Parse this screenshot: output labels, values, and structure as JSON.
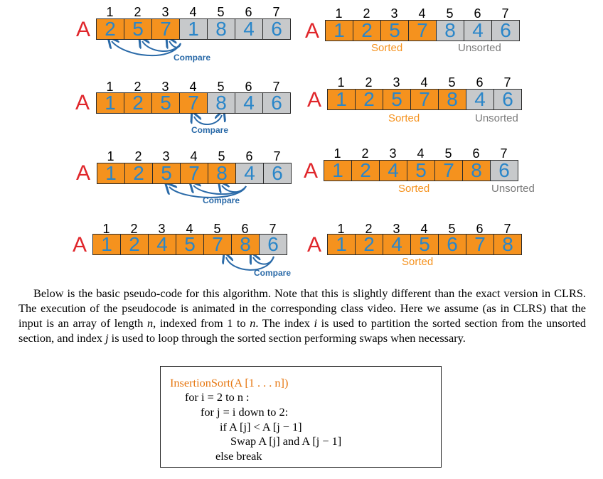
{
  "figure": {
    "array_letter": "A",
    "index_labels": [
      "1",
      "2",
      "3",
      "4",
      "5",
      "6",
      "7"
    ],
    "compare_label": "Compare",
    "sorted_label": "Sorted",
    "unsorted_label": "Unsorted",
    "rows": [
      {
        "left": {
          "values": [
            "2",
            "5",
            "7",
            "1",
            "8",
            "4",
            "6"
          ],
          "sorted_count": 3
        },
        "right": {
          "values": [
            "1",
            "2",
            "5",
            "7",
            "8",
            "4",
            "6"
          ],
          "sorted_count": 4,
          "show_unsorted": true
        }
      },
      {
        "left": {
          "values": [
            "1",
            "2",
            "5",
            "7",
            "8",
            "4",
            "6"
          ],
          "sorted_count": 4
        },
        "right": {
          "values": [
            "1",
            "2",
            "5",
            "7",
            "8",
            "4",
            "6"
          ],
          "sorted_count": 5,
          "show_unsorted": true
        }
      },
      {
        "left": {
          "values": [
            "1",
            "2",
            "5",
            "7",
            "8",
            "4",
            "6"
          ],
          "sorted_count": 5
        },
        "right": {
          "values": [
            "1",
            "2",
            "4",
            "5",
            "7",
            "8",
            "6"
          ],
          "sorted_count": 6,
          "show_unsorted": true
        }
      },
      {
        "left": {
          "values": [
            "1",
            "2",
            "4",
            "5",
            "7",
            "8",
            "6"
          ],
          "sorted_count": 6
        },
        "right": {
          "values": [
            "1",
            "2",
            "4",
            "5",
            "6",
            "7",
            "8"
          ],
          "sorted_count": 7,
          "show_unsorted": false
        }
      }
    ],
    "colors": {
      "sorted": "#f5921e",
      "unsorted": "#c7c9cb",
      "digits": "#2a86c9",
      "letter": "#e0262b",
      "arrow": "#2a6aa8"
    }
  },
  "paragraph": {
    "p1": "Below is the basic pseudo-code for this algorithm. Note that this is slightly different than the exact version in CLRS. The execution of the pseudocode is animated in the corresponding class video. Here we assume (as in CLRS) that the input is an array of length ",
    "n1": "n",
    "p2": ", indexed from 1 to ",
    "n2": "n",
    "p3": ". The index ",
    "i": "i",
    "p4": " is used to partition the sorted section from the unsorted section, and index ",
    "j": "j",
    "p5": " is used to loop through the sorted section performing swaps when necessary."
  },
  "pseudocode": [
    "InsertionSort(A [1 . . . n])",
    "for i = 2 to n :",
    "for j = i down to 2:",
    "if A [j] < A [j − 1]",
    "Swap A [j] and A [j − 1]",
    "else break"
  ]
}
